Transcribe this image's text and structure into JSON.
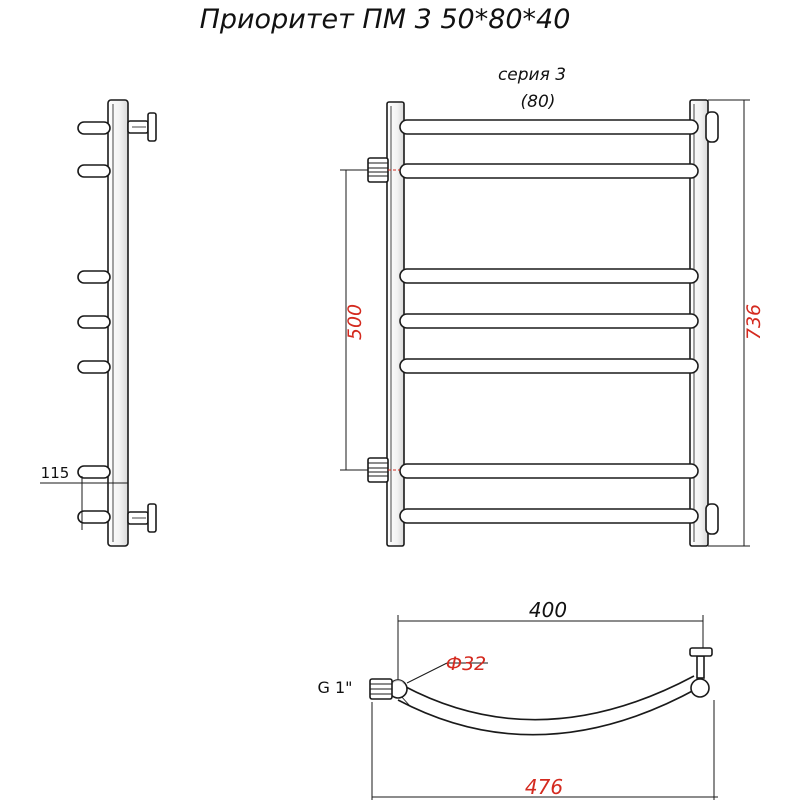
{
  "title": "Приоритет ПМ 3 50*80*40",
  "series_label": "серия 3",
  "series_value": "(80)",
  "dimensions": {
    "connection_height": "500",
    "total_height": "736",
    "wall_offset": "115",
    "width_centers": "400",
    "total_width": "476",
    "tube_diameter": "Ф32",
    "thread": "G 1\""
  },
  "colors": {
    "line": "#1a1a1a",
    "dimension_text": "#d42a1f",
    "label_text": "#111111",
    "highlight": "#c8c8c8"
  },
  "front_view": {
    "rungs": 7
  },
  "side_view": {
    "rungs": 7
  }
}
